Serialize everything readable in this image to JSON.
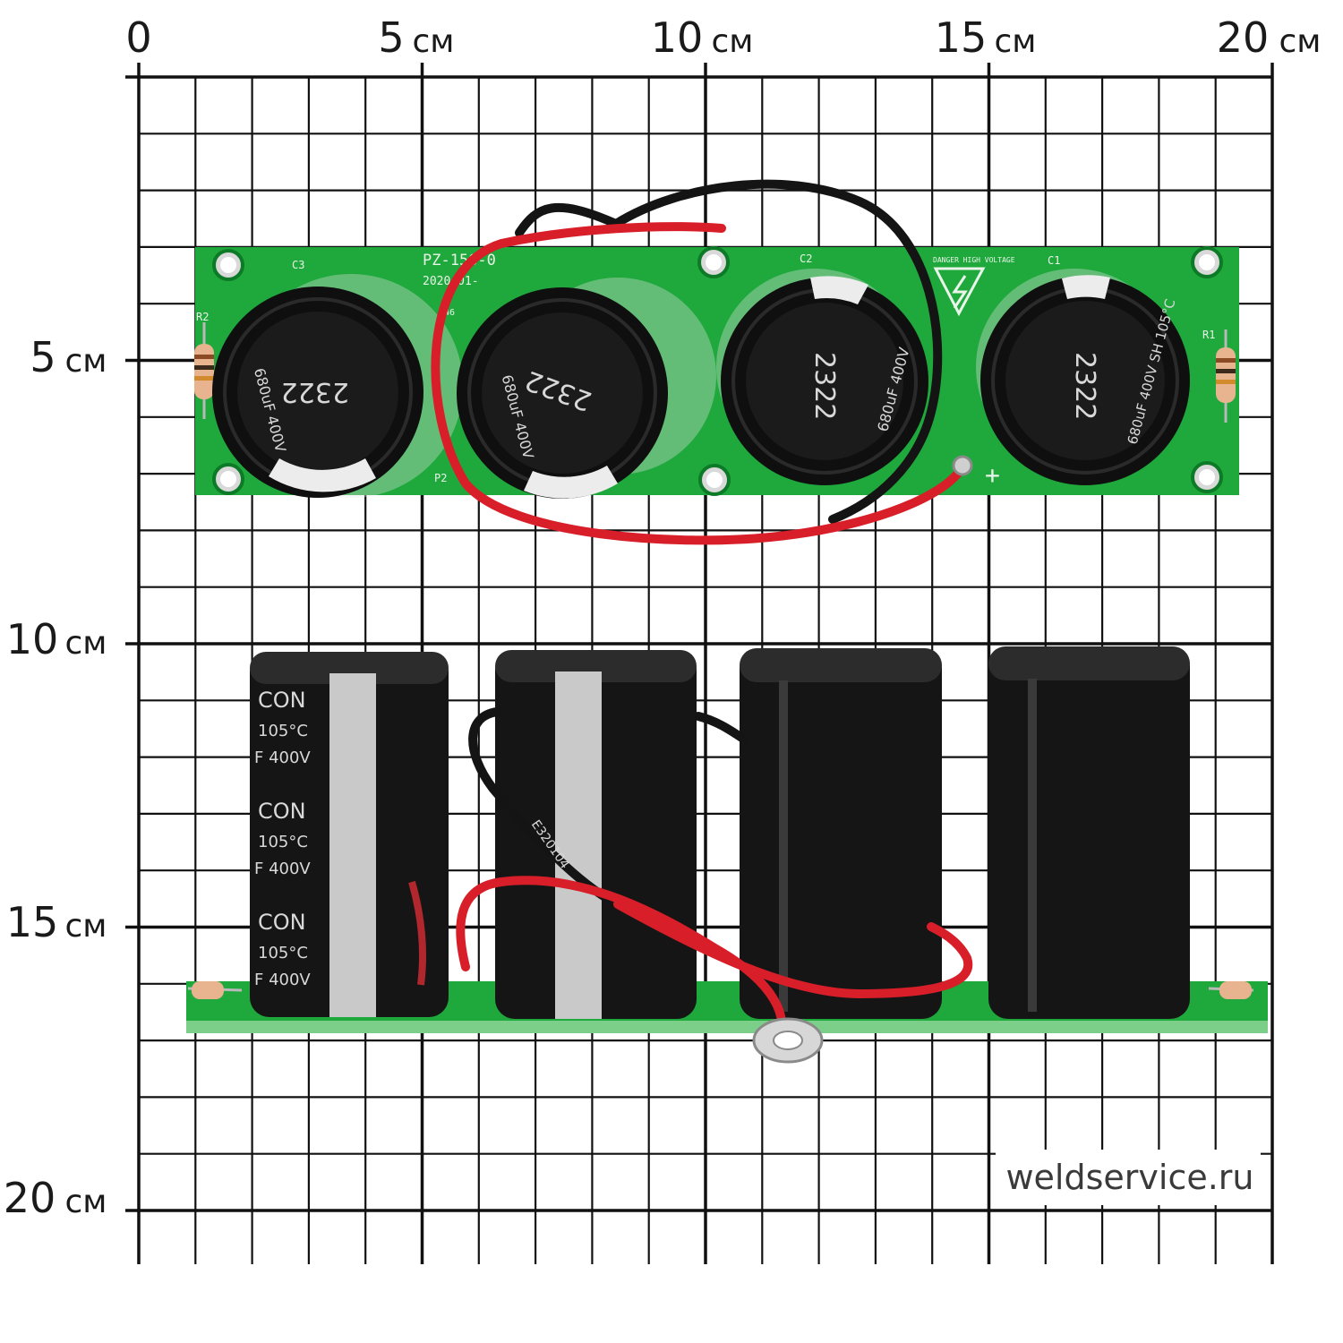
{
  "ruler": {
    "top_labels": [
      {
        "num": "0",
        "unit": ""
      },
      {
        "num": "5",
        "unit": "см"
      },
      {
        "num": "10",
        "unit": "см"
      },
      {
        "num": "15",
        "unit": "см"
      },
      {
        "num": "20",
        "unit": "см"
      }
    ],
    "left_labels": [
      {
        "num": "5",
        "unit": "см"
      },
      {
        "num": "10",
        "unit": "см"
      },
      {
        "num": "15",
        "unit": "см"
      },
      {
        "num": "20",
        "unit": "см"
      }
    ]
  },
  "board_top": {
    "pcb_label": "PZ-156-0",
    "pcb_date": "2020-01-",
    "pcb_code": "E46",
    "refs": [
      "C3",
      "C2",
      "C1",
      "R2",
      "R1",
      "P2"
    ],
    "plus_sign": "+",
    "warning_text": "DANGER HIGH VOLTAGE",
    "caps": [
      {
        "code": "2322",
        "rating": "680uF 400V"
      },
      {
        "code": "2322",
        "rating": "680uF 400V"
      },
      {
        "code": "2322",
        "rating": "680uF 400V"
      },
      {
        "code": "2322",
        "rating": "680uF 400V SH 105°C"
      }
    ]
  },
  "board_side": {
    "caps_print": [
      {
        "brand": "CON",
        "temp": "105°C",
        "rating": "F 400V"
      },
      {
        "brand": "CON",
        "temp": "105°C",
        "rating": "F 400V"
      },
      {
        "brand": "CON",
        "temp": "105°C",
        "rating": "F 400V"
      }
    ],
    "wire_code": "E320104"
  },
  "watermark": "weldservice.ru",
  "colors": {
    "pcb": "#1fa83c",
    "cap_body": "#151515",
    "wire_red": "#d81e28",
    "wire_black": "#141414",
    "grid": "#111111"
  }
}
